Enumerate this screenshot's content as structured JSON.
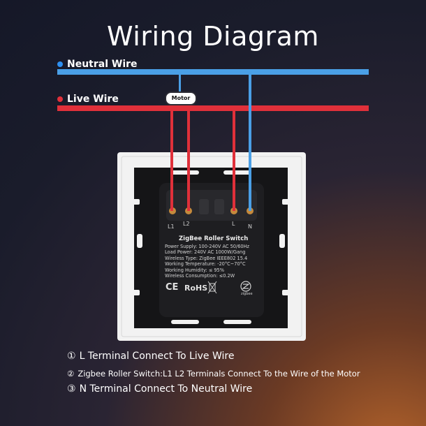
{
  "title": "Wiring Diagram",
  "wires": {
    "neutral": {
      "label": "Neutral Wire",
      "color": "#4a9fe6"
    },
    "live": {
      "label": "Live Wire",
      "color": "#e0303a"
    }
  },
  "motor_label": "Motor",
  "terminal_labels": [
    "L1",
    "L2",
    "L",
    "N"
  ],
  "device": {
    "name": "ZigBee Roller Switch",
    "specs": [
      "Power Supply: 100-240V AC 50/60Hz",
      "Load Power: 240V AC 1000W/Gang",
      "Wireless Type: ZigBee IEEE802 15.4",
      "Working Temperature: -20°C~70°C",
      "Working Humidity: ≤ 95%",
      "Wireless Consumption: ≤0.2W"
    ],
    "cert_ce": "CE",
    "cert_rohs": "RoHS",
    "zigbee_mark": "zigbee"
  },
  "instructions": [
    {
      "num": "①",
      "text": "L Terminal Connect To Live Wire"
    },
    {
      "num": "②",
      "text": "Zigbee Roller Switch:L1 L2 Terminals Connect To the Wire of the Motor"
    },
    {
      "num": "③",
      "text": "N Terminal Connect To Neutral Wire"
    }
  ]
}
